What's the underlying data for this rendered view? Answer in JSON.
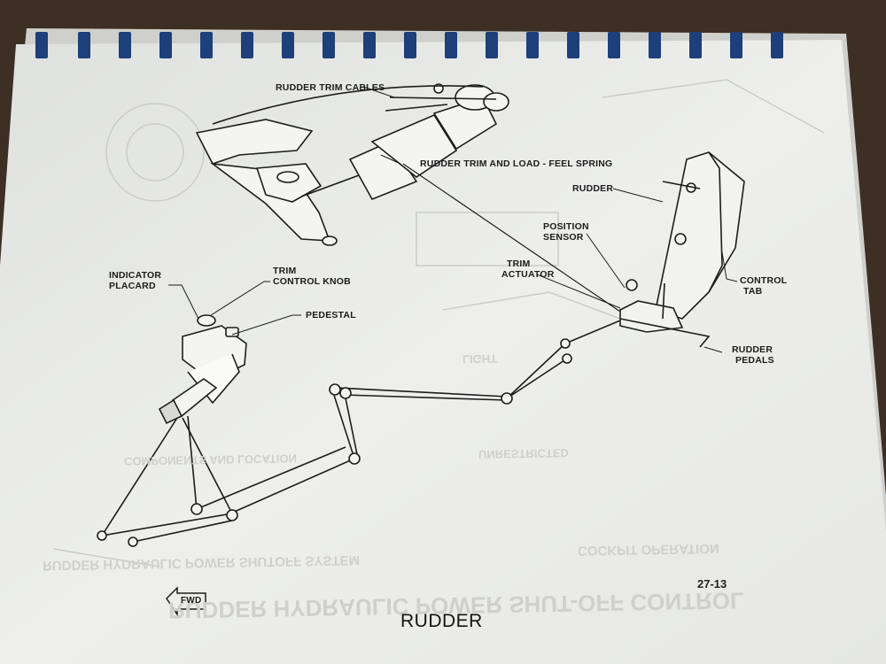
{
  "diagram": {
    "labels": {
      "rudder_trim_cables": "RUDDER TRIM CABLES",
      "trim_spring": "RUDDER TRIM AND LOAD - FEEL SPRING",
      "rudder": "RUDDER",
      "position_sensor_1": "POSITION",
      "position_sensor_2": "SENSOR",
      "trim_actuator_1": "TRIM",
      "trim_actuator_2": "ACTUATOR",
      "indicator_placard_1": "INDICATOR",
      "indicator_placard_2": "PLACARD",
      "trim_knob_1": "TRIM",
      "trim_knob_2": "CONTROL KNOB",
      "pedestal": "PEDESTAL",
      "control_tab_1": "CONTROL",
      "control_tab_2": "TAB",
      "rudder_pedals_1": "RUDDER",
      "rudder_pedals_2": "PEDALS",
      "fwd": "FWD"
    }
  },
  "page": {
    "page_number": "27-13",
    "section_title": "RUDDER"
  },
  "bleed_through": {
    "title": "RUDDER HYDRAULIC POWER SHUT-OFF CONTROL",
    "subtitle": "RUDDER HYDRAULIC POWER SHUTOFF SYSTEM",
    "cockpit_operation": "COCKPIT OPERATION",
    "components": "COMPONENTS AND LOCATION",
    "light": "LIGHT",
    "unrestricted": "UNRESTRICTED"
  }
}
